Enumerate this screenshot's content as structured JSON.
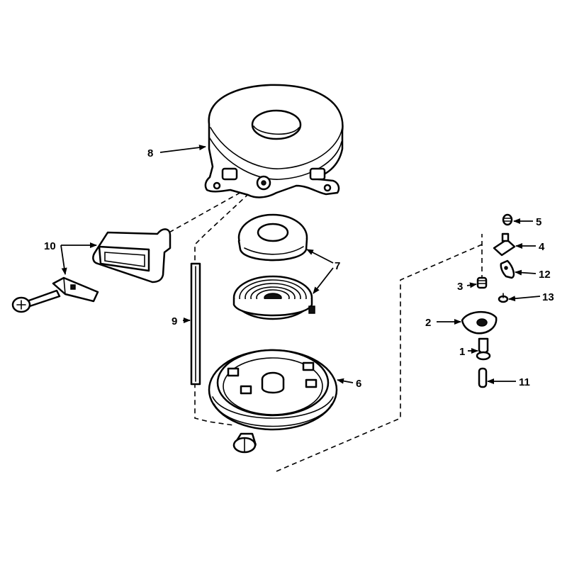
{
  "diagram": {
    "callouts": [
      "1",
      "2",
      "3",
      "4",
      "5",
      "6",
      "7",
      "8",
      "9",
      "10",
      "11",
      "12",
      "13"
    ]
  },
  "colors": {
    "line": "#000000",
    "background": "#ffffff"
  }
}
